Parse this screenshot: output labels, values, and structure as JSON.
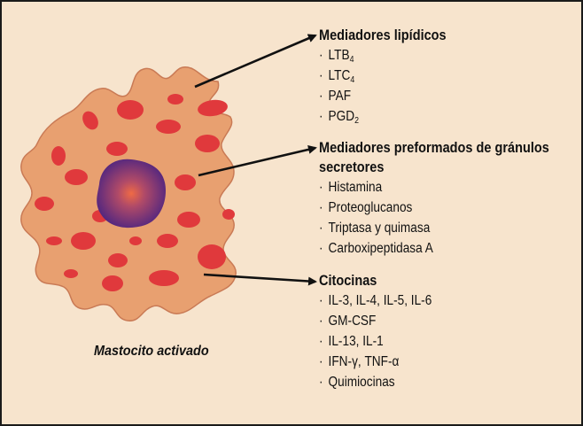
{
  "cell_label": "Mastocito activado",
  "colors": {
    "background": "#f7e4cd",
    "cell_body": "#e8a070",
    "cell_outline": "#c97a55",
    "granule": "#e0393c",
    "nucleus": "#5a2a82",
    "nucleus_glow": "#e85a3c",
    "arrow": "#111111"
  },
  "groups": [
    {
      "title": "Mediadores lipídicos",
      "items": [
        {
          "text": "LTB",
          "sub": "4"
        },
        {
          "text": "LTC",
          "sub": "4"
        },
        {
          "text": "PAF",
          "sub": ""
        },
        {
          "text": "PGD",
          "sub": "2"
        }
      ]
    },
    {
      "title_line1": "Mediadores preformados de gránulos",
      "title_line2": "secretores",
      "items": [
        {
          "text": "Histamina"
        },
        {
          "text": "Proteoglucanos"
        },
        {
          "text": "Triptasa y quimasa"
        },
        {
          "text": "Carboxipeptidasa A"
        }
      ]
    },
    {
      "title": "Citocinas",
      "items": [
        {
          "text": "IL-3, IL-4, IL-5, IL-6"
        },
        {
          "text": "GM-CSF"
        },
        {
          "text": "IL-13, IL-1"
        },
        {
          "text": "IFN-γ, TNF-α"
        },
        {
          "text": "Quimiocinas"
        }
      ]
    }
  ]
}
